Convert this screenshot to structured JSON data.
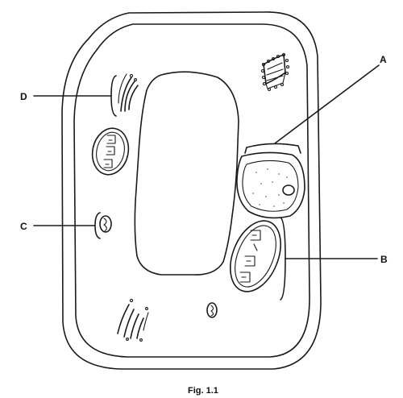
{
  "labels": {
    "a": "A",
    "b": "B",
    "c": "C",
    "d": "D"
  },
  "caption": "Fig. 1.1",
  "colors": {
    "line": "#1a1a1a",
    "background": "#ffffff"
  }
}
